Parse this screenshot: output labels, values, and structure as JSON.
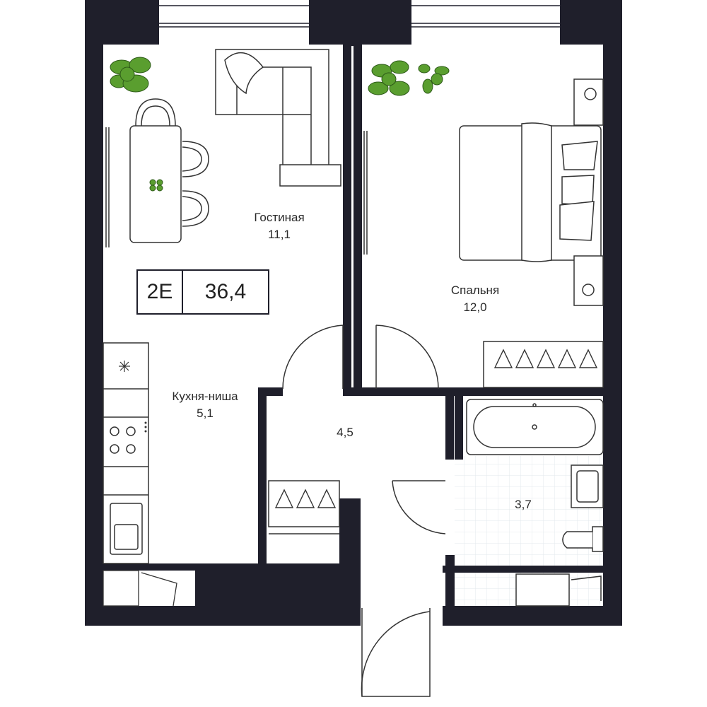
{
  "apartment": {
    "type": "2E",
    "total_area": "36,4"
  },
  "rooms": [
    {
      "name": "Гостиная",
      "area": "11,1"
    },
    {
      "name": "Спальня",
      "area": "12,0"
    },
    {
      "name": "Кухня-ниша",
      "area": "5,1"
    },
    {
      "name": "",
      "area": "4,5"
    },
    {
      "name": "",
      "area": "3,7"
    }
  ],
  "colors": {
    "wall": "#1f1f2b",
    "plant": "#5a9e2f",
    "line": "#333333",
    "tile": "#e6ecef"
  }
}
